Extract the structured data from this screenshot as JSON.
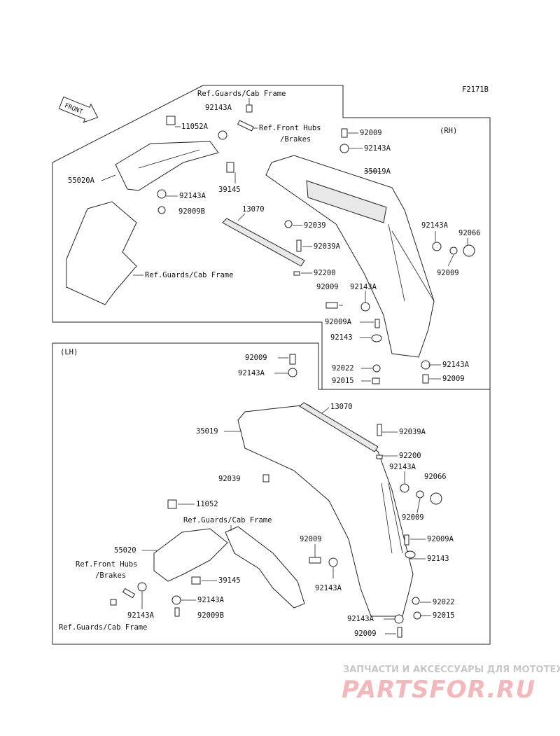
{
  "diagram": {
    "code": "F2171B",
    "front_label": "FRONT",
    "panel_rh": "(RH)",
    "panel_lh": "(LH)"
  },
  "labels": {
    "ref_guards_1": "Ref.Guards/Cab Frame",
    "ref_front_hubs_1a": "Ref.Front Hubs",
    "ref_front_hubs_1b": "/Brakes",
    "ref_guards_2": "Ref.Guards/Cab Frame",
    "ref_guards_3": "Ref.Guards/Cab Frame",
    "ref_front_hubs_2a": "Ref.Front Hubs",
    "ref_front_hubs_2b": "/Brakes",
    "ref_guards_4": "Ref.Guards/Cab Frame",
    "p_92143A_1": "92143A",
    "p_11052A": "11052A",
    "p_92009_1": "92009",
    "p_92143A_2": "92143A",
    "p_55020A": "55020A",
    "p_35019A": "35019A",
    "p_39145_1": "39145",
    "p_92143A_3": "92143A",
    "p_92009B_1": "92009B",
    "p_13070_1": "13070",
    "p_92039_1": "92039",
    "p_92143A_4": "92143A",
    "p_92066_1": "92066",
    "p_92039A_1": "92039A",
    "p_92009_2": "92009",
    "p_92200_1": "92200",
    "p_92009_3": "92009",
    "p_92143A_5": "92143A",
    "p_92009A_1": "92009A",
    "p_92143_1": "92143",
    "p_92022_1": "92022",
    "p_92143A_6": "92143A",
    "p_92015_1": "92015",
    "p_92009_4": "92009",
    "p_92009_5": "92009",
    "p_92143A_7": "92143A",
    "p_13070_2": "13070",
    "p_35019": "35019",
    "p_92039A_2": "92039A",
    "p_92200_2": "92200",
    "p_92143A_8": "92143A",
    "p_92039_2": "92039",
    "p_92066_2": "92066",
    "p_11052": "11052",
    "p_92009_6": "92009",
    "p_92009_7": "92009",
    "p_92009A_2": "92009A",
    "p_55020": "55020",
    "p_92143_2": "92143",
    "p_39145_2": "39145",
    "p_92143A_9": "92143A",
    "p_92143A_10": "92143A",
    "p_92022_2": "92022",
    "p_92009B_2": "92009B",
    "p_92143A_11": "92143A",
    "p_92015_2": "92015",
    "p_92009_8": "92009"
  },
  "watermark": {
    "tagline": "ЗАПЧАСТИ И АКСЕССУАРЫ ДЛЯ МОТОТЕХНИКИ",
    "brand": "PARTSFOR.RU"
  }
}
